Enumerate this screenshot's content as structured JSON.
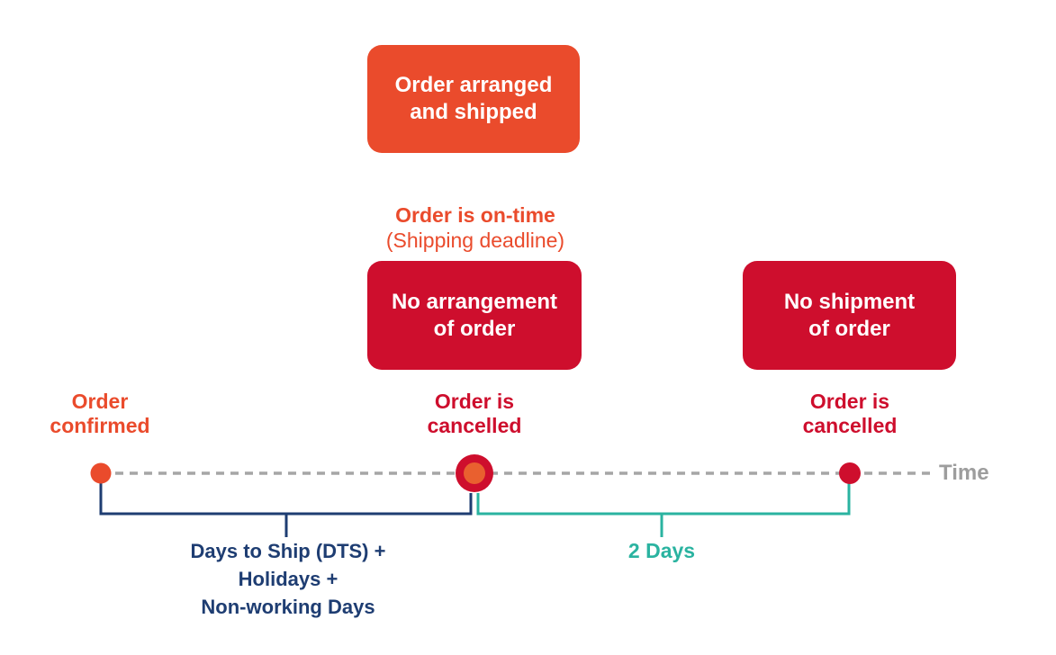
{
  "title": "Order shipping timeline diagram",
  "colors": {
    "orange": "#EA4B2C",
    "orange_inner": "#E9602F",
    "red": "#CE0E2D",
    "navy": "#1E3D72",
    "teal": "#2AB3A0",
    "gray_line": "#A6A6A6",
    "gray_text": "#9D9D9D",
    "white": "#FFFFFF"
  },
  "boxes": {
    "shipped": {
      "label": "Order arranged\nand shipped",
      "color": "#EA4B2C"
    },
    "no_arrangement": {
      "label": "No arrangement\nof order",
      "color": "#CE0E2D"
    },
    "no_shipment": {
      "label": "No shipment\nof order",
      "color": "#CE0E2D"
    }
  },
  "captions": {
    "on_time": "Order is on-time",
    "shipping_deadline": "(Shipping deadline)",
    "order_confirmed": "Order\nconfirmed",
    "cancelled_mid": "Order is\ncancelled",
    "cancelled_right": "Order is\ncancelled",
    "time_axis": "Time",
    "dts_duration": "Days to Ship (DTS) +\nHolidays +\nNon-working Days",
    "two_days": "2 Days"
  },
  "timeline": {
    "events": [
      {
        "name": "order-confirmed",
        "dot": "orange"
      },
      {
        "name": "shipping-deadline",
        "dot": "red-with-orange-core"
      },
      {
        "name": "shipment-deadline",
        "dot": "red"
      }
    ],
    "segments": [
      {
        "name": "dts-segment",
        "label": "Days to Ship (DTS) + Holidays + Non-working Days",
        "color": "#1E3D72"
      },
      {
        "name": "two-days-segment",
        "label": "2 Days",
        "color": "#2AB3A0"
      }
    ]
  }
}
